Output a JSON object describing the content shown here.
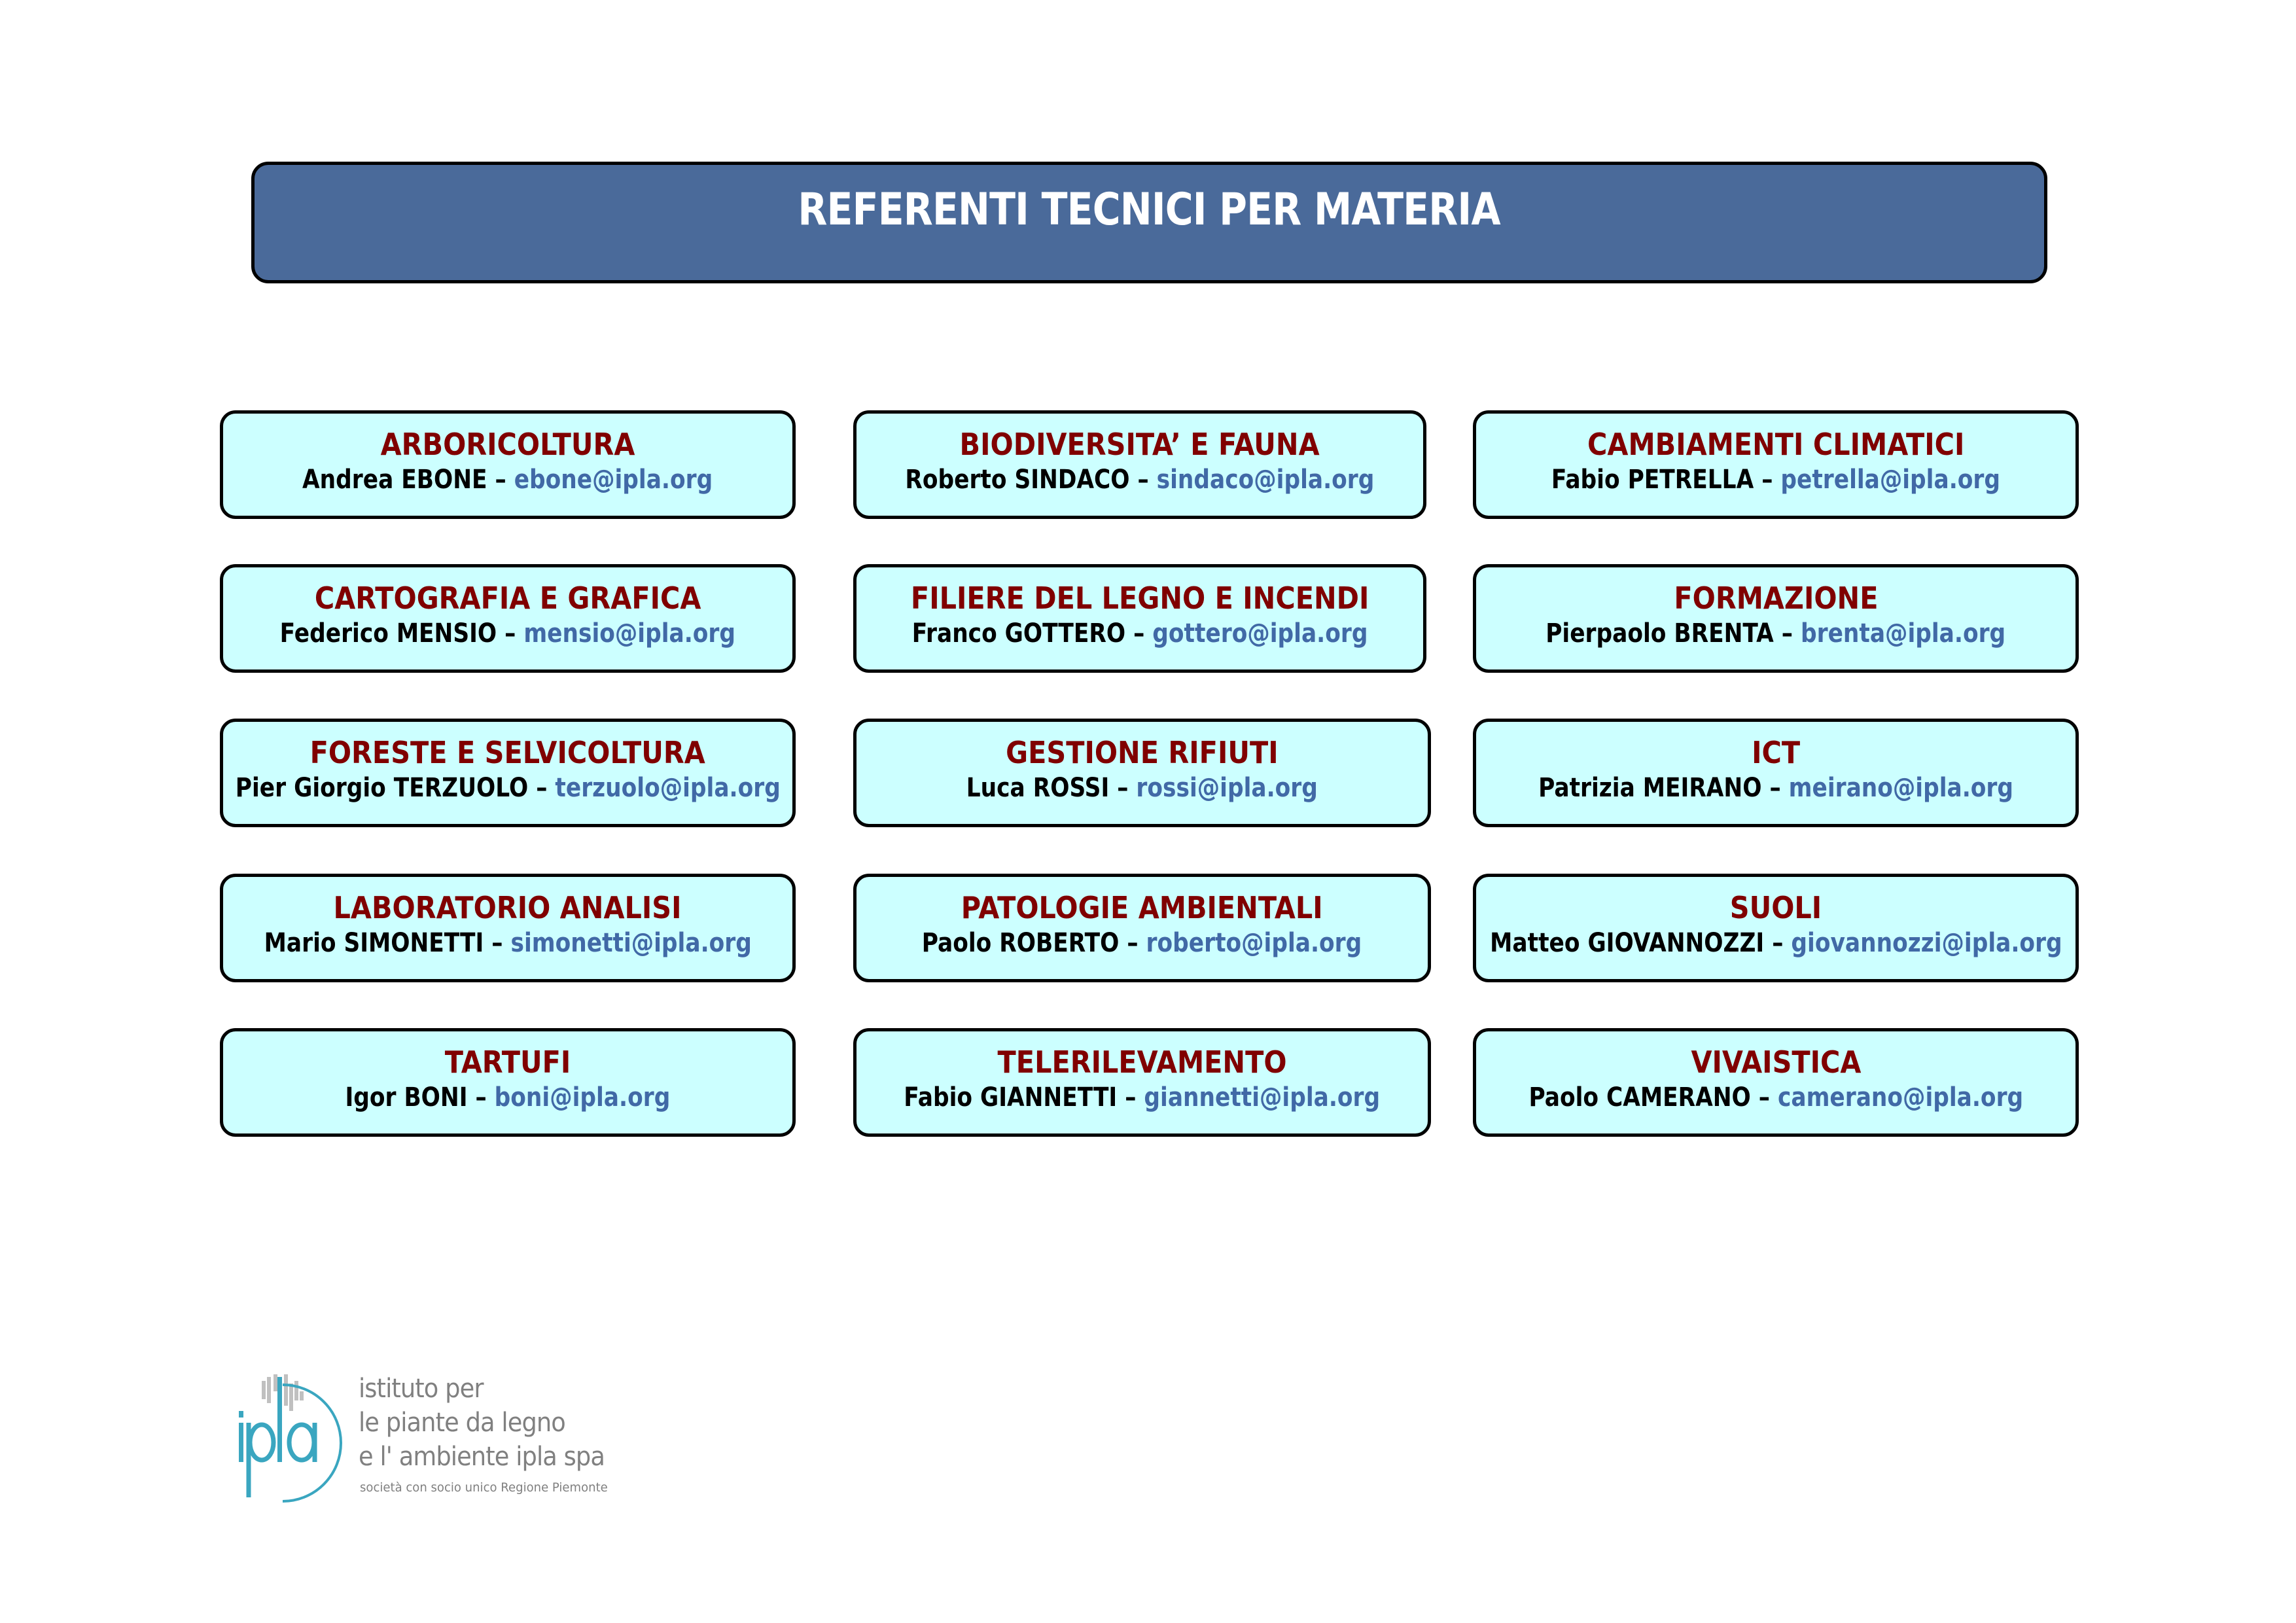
{
  "header": {
    "title": "REFERENTI TECNICI PER MATERIA"
  },
  "colors": {
    "header_bg": "#4a6a9a",
    "card_bg": "#ccffff",
    "subject": "#800000",
    "email": "#4169a6",
    "logo_teal": "#3aa6c0",
    "logo_gray": "#808080"
  },
  "referents": [
    {
      "subject": "ARBORICOLTURA",
      "name": "Andrea EBONE",
      "dash": "–",
      "email": "ebone@ipla.org"
    },
    {
      "subject": "BIODIVERSITA’ E FAUNA",
      "name": "Roberto SINDACO",
      "dash": "–",
      "email": "sindaco@ipla.org"
    },
    {
      "subject": "CAMBIAMENTI CLIMATICI",
      "name": "Fabio PETRELLA",
      "dash": "–",
      "email": "petrella@ipla.org"
    },
    {
      "subject": "CARTOGRAFIA E GRAFICA",
      "name": "Federico MENSIO",
      "dash": "–",
      "email": "mensio@ipla.org"
    },
    {
      "subject": "FILIERE DEL LEGNO E INCENDI",
      "name": "Franco GOTTERO",
      "dash": "–",
      "email": "gottero@ipla.org"
    },
    {
      "subject": "FORMAZIONE",
      "name": "Pierpaolo BRENTA",
      "dash": "–",
      "email": "brenta@ipla.org"
    },
    {
      "subject": "FORESTE E SELVICOLTURA",
      "name": "Pier Giorgio TERZUOLO",
      "dash": "–",
      "email": "terzuolo@ipla.org"
    },
    {
      "subject": "GESTIONE RIFIUTI",
      "name": "Luca ROSSI",
      "dash": "–",
      "email": "rossi@ipla.org"
    },
    {
      "subject": "ICT",
      "name": "Patrizia MEIRANO",
      "dash": "–",
      "email": "meirano@ipla.org"
    },
    {
      "subject": "LABORATORIO ANALISI",
      "name": "Mario SIMONETTI",
      "dash": "–",
      "email": "simonetti@ipla.org"
    },
    {
      "subject": "PATOLOGIE AMBIENTALI",
      "name": "Paolo ROBERTO",
      "dash": "–",
      "email": "roberto@ipla.org"
    },
    {
      "subject": "SUOLI",
      "name": "Matteo GIOVANNOZZI",
      "dash": "–",
      "email": "giovannozzi@ipla.org"
    },
    {
      "subject": "TARTUFI",
      "name": "Igor BONI",
      "dash": "–",
      "email": "boni@ipla.org"
    },
    {
      "subject": "TELERILEVAMENTO",
      "name": "Fabio GIANNETTI",
      "dash": "–",
      "email": "giannetti@ipla.org"
    },
    {
      "subject": "VIVAISTICA",
      "name": "Paolo CAMERANO",
      "dash": "–",
      "email": "camerano@ipla.org"
    }
  ],
  "logo": {
    "mark": "ipla",
    "lines": [
      "istituto per",
      "le piante da legno",
      "e  l' ambiente  ipla  spa"
    ],
    "tagline": "società con socio unico Regione Piemonte"
  }
}
